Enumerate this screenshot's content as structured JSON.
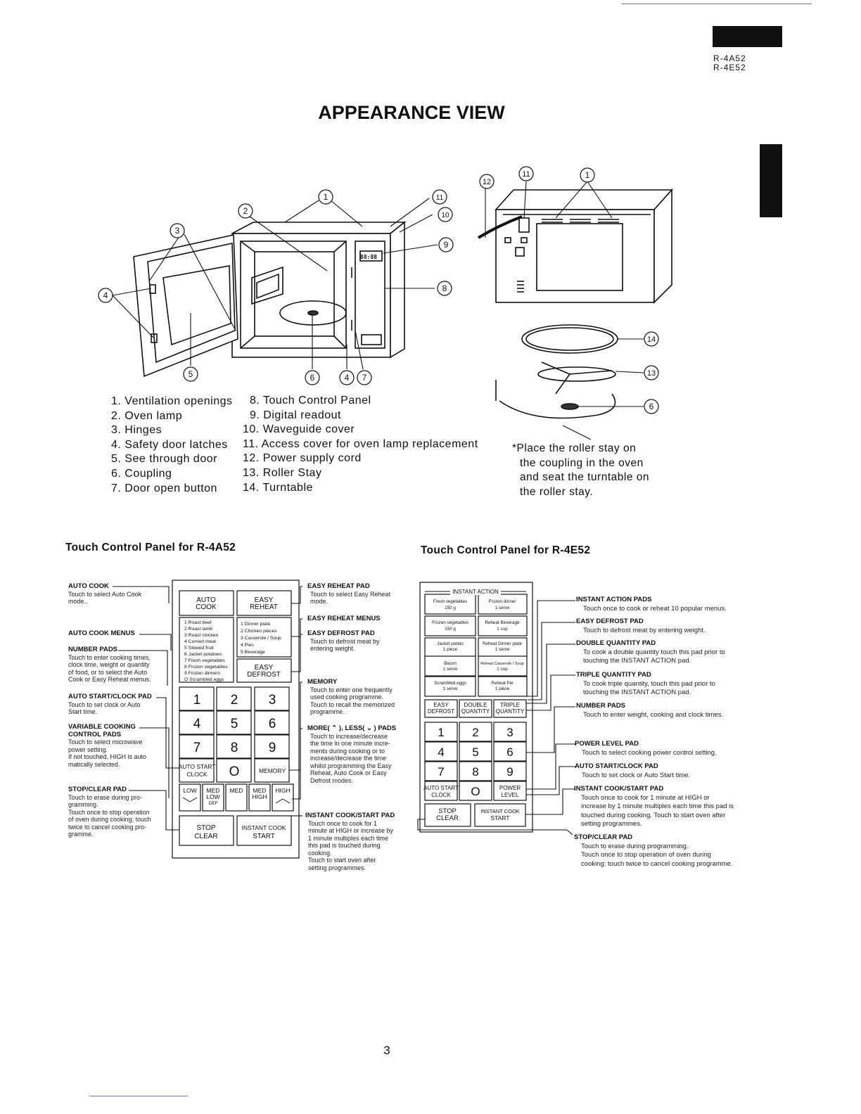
{
  "header": {
    "models": [
      "R-4A52",
      "R-4E52"
    ],
    "title": "APPEARANCE VIEW"
  },
  "callouts": {
    "c1": "1",
    "c2": "2",
    "c3": "3",
    "c4": "4",
    "c5": "5",
    "c6": "6",
    "c7": "7",
    "c8": "8",
    "c9": "9",
    "c10": "10",
    "c11": "11",
    "c12": "12",
    "c13": "13",
    "c14": "14"
  },
  "display_readout": "88:88",
  "parts_left": [
    "1. Ventilation openings",
    "2. Oven lamp",
    "3. Hinges",
    "4. Safety door latches",
    "5. See through door",
    "6. Coupling",
    "7. Door open button"
  ],
  "parts_right": [
    "8. Touch Control Panel",
    "9. Digital readout",
    "10. Waveguide cover",
    "11. Access cover for oven lamp replacement",
    "12. Power supply cord",
    "13. Roller Stay",
    "14. Turntable"
  ],
  "note": [
    "*Place the roller stay on",
    "the coupling in the oven",
    "and seat the turntable on",
    "the roller stay."
  ],
  "panel_a": {
    "title": "Touch Control Panel for R-4A52",
    "pads": {
      "auto_cook": [
        "AUTO",
        "COOK"
      ],
      "easy_reheat": [
        "EASY",
        "REHEAT"
      ],
      "menu_list_left": [
        "1 Roast beef",
        "2 Roast lamb",
        "3 Roast chicken",
        "4 Corned meat",
        "5 Stewed fruit",
        "6 Jacket potatoes",
        "7 Fresh vegetables",
        "8 Frozen vegetables",
        "9 Frozen dinners",
        "O Scrambled eggs"
      ],
      "menu_list_right": [
        "1 Dinner plate",
        "2 Chicken pieces",
        "3 Casserole / Soup",
        "4 Pies",
        "5 Beverage"
      ],
      "easy_defrost": [
        "EASY",
        "DEFROST"
      ],
      "digits": [
        "1",
        "2",
        "3",
        "4",
        "5",
        "6",
        "7",
        "8",
        "9"
      ],
      "auto_start": [
        "AUTO START",
        "CLOCK"
      ],
      "zero": "O",
      "memory": "MEMORY",
      "low": "LOW",
      "med_low": [
        "MED",
        "LOW",
        "DEF"
      ],
      "med": "MED",
      "med_high": [
        "MED",
        "HIGH"
      ],
      "high": "HIGH",
      "stop": [
        "STOP",
        "CLEAR"
      ],
      "instant": [
        "INSTANT COOK",
        "START"
      ]
    },
    "labels_left": [
      {
        "head": "AUTO COOK",
        "text": [
          "Touch to select Auto Cook",
          "mode.."
        ]
      },
      {
        "head": "AUTO COOK MENUS",
        "text": []
      },
      {
        "head": "NUMBER PADS",
        "text": [
          "Touch to enter cooking times,",
          "clock time, weight or quantity",
          "of food, or to select the Auto",
          "Cook or Easy Reheat menus."
        ]
      },
      {
        "head": "AUTO START/CLOCK PAD",
        "text": [
          "Touch to set clock or Auto",
          "Start time."
        ]
      },
      {
        "head": "VARIABLE COOKING",
        "head2": "CONTROL PADS",
        "text": [
          "Touch to select microwave",
          "power setting.",
          "If not touched, HIGH is auto",
          "matically selected."
        ]
      },
      {
        "head": "STOP/CLEAR PAD",
        "text": [
          "Touch to erase during pro-",
          "gramming.",
          "Touch once to stop operation",
          "of oven during cooking; touch",
          "twice to cancel cooking pro-",
          "gramme."
        ]
      }
    ],
    "labels_right": [
      {
        "head": "EASY REHEAT PAD",
        "text": [
          "Touch to select Easy Reheat",
          "mode."
        ]
      },
      {
        "head": "EASY REHEAT MENUS",
        "text": []
      },
      {
        "head": "EASY DEFROST PAD",
        "text": [
          "Touch to defrost meat by",
          "entering weight."
        ]
      },
      {
        "head": "MEMORY",
        "text": [
          "Touch to enter one frequently",
          "used cooking programme.",
          "Touch to recall the memorized",
          "programme."
        ]
      },
      {
        "head": "MORE( ⌃ ), LESS( ⌄ ) PADS",
        "text": [
          "Touch to increase/decrease",
          "the time in one minute incre-",
          "ments during cooking or to",
          "increase/decrease the time",
          "whilst programming the Easy",
          "Reheat, Auto Cook or Easy",
          "Defrost modes."
        ]
      },
      {
        "head": "INSTANT COOK/START PAD",
        "text": [
          "Touch once to cook for 1",
          "minute at HIGH or increase by",
          "1 minute multiples each time",
          "this pad is touched during",
          "cooking.",
          "Touch to start oven after",
          "setting programmes."
        ]
      }
    ]
  },
  "panel_b": {
    "title": "Touch Control Panel for R-4E52",
    "header": "INSTANT ACTION",
    "pads": {
      "ia": [
        [
          "Fresh vegetables",
          "150 g"
        ],
        [
          "Frozen dinner",
          "1 serve"
        ],
        [
          "Frozen vegetables",
          "150 g"
        ],
        [
          "Reheat Beverage",
          "1 cup"
        ],
        [
          "Jacket potato",
          "1 piece"
        ],
        [
          "Reheat Dinner plate",
          "1 serve"
        ],
        [
          "Bacon",
          "1 serve"
        ],
        [
          "Reheat Casserole / Soup",
          "1 cup"
        ],
        [
          "Scrambled eggs",
          "1 serve"
        ],
        [
          "Reheat Pie",
          "1 piece"
        ]
      ],
      "easy_defrost": [
        "EASY",
        "DEFROST"
      ],
      "double": [
        "DOUBLE",
        "QUANTITY"
      ],
      "triple": [
        "TRIPLE",
        "QUANTITY"
      ],
      "digits": [
        "1",
        "2",
        "3",
        "4",
        "5",
        "6",
        "7",
        "8",
        "9"
      ],
      "auto_start": [
        "AUTO START",
        "CLOCK"
      ],
      "zero": "O",
      "power": [
        "POWER",
        "LEVEL"
      ],
      "stop": [
        "STOP",
        "CLEAR"
      ],
      "instant": [
        "INSTANT COOK",
        "START"
      ]
    },
    "labels": [
      {
        "head": "INSTANT ACTION PADS",
        "text": [
          "Touch once to cook or reheat 10 popular menus."
        ]
      },
      {
        "head": "EASY DEFROST PAD",
        "text": [
          "Touch to defrost meat by entering weight."
        ]
      },
      {
        "head": "DOUBLE QUANTITY PAD",
        "text": [
          "To cook a double quantity touch this pad prior to",
          "touching the INSTANT ACTION pad."
        ]
      },
      {
        "head": "TRIPLE QUANTITY PAD",
        "text": [
          "To cook triple quantity, touch this pad prior to",
          "touching the INSTANT ACTION pad."
        ]
      },
      {
        "head": "NUMBER PADS",
        "text": [
          "Touch to enter weight, cooking and clock times."
        ]
      },
      {
        "head": "POWER LEVEL PAD",
        "text": [
          "Touch to select cooking power control setting."
        ]
      },
      {
        "head": "AUTO START/CLOCK PAD",
        "text": [
          "Touch to set clock or Auto Start time."
        ]
      },
      {
        "head": "INSTANT COOK/START PAD",
        "text": [
          "Touch once to cook for 1 minute at HIGH or",
          "increase by 1 minute multiples each time this pad is",
          "touched during cooking. Touch to start oven after",
          "setting programmes."
        ]
      },
      {
        "head": "STOP/CLEAR PAD",
        "text": [
          "Touch to erase during programming.",
          "Touch once to stop operation of oven during",
          "cooking; touch twice to cancel cooking programme."
        ]
      }
    ]
  },
  "page_number": "3"
}
